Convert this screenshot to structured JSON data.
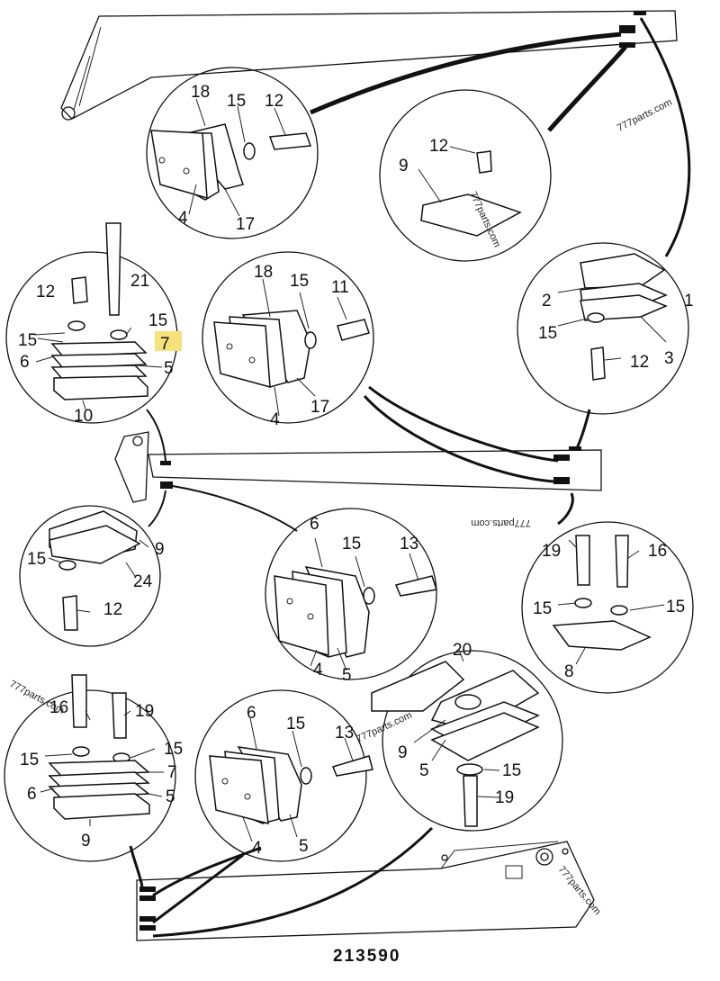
{
  "figure_number": "213590",
  "highlighted_callout": "7",
  "colors": {
    "highlight": "#f7e27a",
    "ink": "#111111",
    "paper": "#ffffff"
  },
  "watermark": "777parts.com",
  "details": [
    {
      "id": "a",
      "labels": [
        "18",
        "15",
        "12",
        "4",
        "17"
      ]
    },
    {
      "id": "b",
      "labels": [
        "12",
        "9"
      ]
    },
    {
      "id": "c",
      "labels": [
        "12",
        "21",
        "15",
        "15",
        "7",
        "6",
        "5",
        "10"
      ]
    },
    {
      "id": "d",
      "labels": [
        "18",
        "15",
        "11",
        "4",
        "17"
      ]
    },
    {
      "id": "e",
      "labels": [
        "2",
        "1",
        "15",
        "3",
        "12"
      ]
    },
    {
      "id": "f",
      "labels": [
        "9",
        "15",
        "24",
        "12"
      ]
    },
    {
      "id": "g",
      "labels": [
        "6",
        "15",
        "13",
        "4",
        "5"
      ]
    },
    {
      "id": "h",
      "labels": [
        "19",
        "16",
        "15",
        "15",
        "8"
      ]
    },
    {
      "id": "i",
      "labels": [
        "20",
        "9",
        "5",
        "15",
        "19"
      ]
    },
    {
      "id": "j",
      "labels": [
        "16",
        "19",
        "15",
        "15",
        "7",
        "6",
        "5",
        "9"
      ]
    },
    {
      "id": "k",
      "labels": [
        "6",
        "15",
        "13",
        "4",
        "5"
      ]
    }
  ]
}
